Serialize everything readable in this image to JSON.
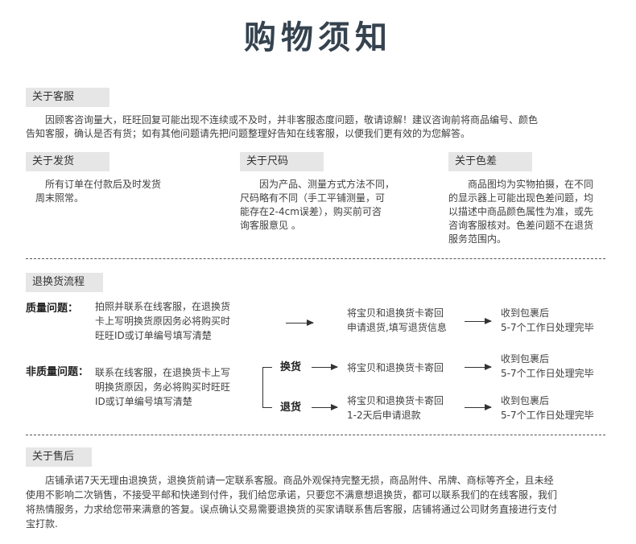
{
  "title": "购物须知",
  "service": {
    "tag": "关于客服",
    "text_1": "因顾客咨询量大，旺旺回复可能出现不连续或不及时，并非客服态度问题，敬请谅解！建议咨询前将商品编号、颜色",
    "text_2": "告知客服，确认是否有货；如有其他问题请先把问题整理好告知在线客服，以便我们更有效的为您解答。"
  },
  "shipping": {
    "tag": "关于发货",
    "lines": [
      "所有订单在付款后及时发货",
      "周末照常。"
    ]
  },
  "size": {
    "tag": "关于尺码",
    "lines": [
      "因为产品、测量方式方法不同，",
      "尺码略有不同（手工平铺测量，可",
      "能存在2-4cm误差），购买前可咨",
      "询客服意见 。"
    ]
  },
  "color": {
    "tag": "关于色差",
    "lines": [
      "商品图均为实物拍摄，在不同",
      "的显示器上可能出现色差问题，均",
      "以描述中商品颜色属性为准，或先",
      "咨询客服核对。色差问题不在退货",
      "服务范围内。"
    ]
  },
  "returns": {
    "tag": "退换货流程",
    "quality": {
      "label": "质量问题：",
      "lines": [
        "拍照并联系在线客服，在退换货",
        "卡上写明换货原因务必将购买时",
        "旺旺ID或订单编号填写清楚"
      ],
      "step": [
        "将宝贝和退换货卡寄回",
        "申请退货,填写退货信息"
      ],
      "result": [
        "收到包裹后",
        "5-7个工作日处理完毕"
      ]
    },
    "nonquality": {
      "label": "非质量问题：",
      "lines": [
        "联系在线客服，在退换货卡上写",
        "明换货原因，务必将购买时旺旺",
        "ID或订单编号填写清楚"
      ],
      "exchange_label": "换货",
      "exchange_step": "将宝贝和退换货卡寄回",
      "exchange_result": [
        "收到包裹后",
        "5-7个工作日处理完毕"
      ],
      "refund_label": "退货",
      "refund_step": [
        "将宝贝和退换货卡寄回",
        "1-2天后申请退款"
      ],
      "refund_result": [
        "收到包裹后",
        "5-7个工作日处理完毕"
      ]
    }
  },
  "aftersale": {
    "tag": "关于售后",
    "lines": [
      "店铺承诺7天无理由退换货，退换货前请一定联系客服。商品外观保持完整无损，商品附件、吊牌、商标等齐全，且未经",
      "使用不影响二次销售，不接受平邮和快递到付件，我们给您承诺，只要您不满意想退换货，都可以联系我们的在线客服，我们",
      "将热情服务，力求给您带来满意的答复。误点确认交易需要退换货的买家请联系售后客服，店铺将通过公司财务直接进行支付",
      "宝打款."
    ]
  }
}
